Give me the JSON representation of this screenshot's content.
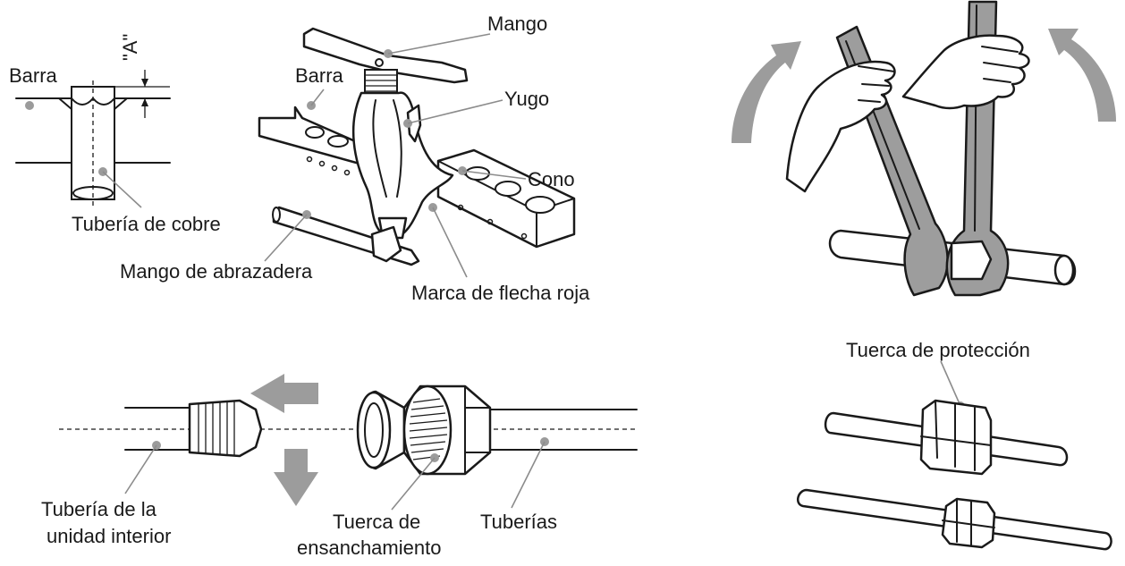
{
  "labels": {
    "barra_left": "Barra",
    "dimension_a": "\"A\"",
    "tuberia_cobre": "Tubería de cobre",
    "mango": "Mango",
    "barra_tool": "Barra",
    "yugo": "Yugo",
    "cono": "Cono",
    "mango_abrazadera": "Mango de abrazadera",
    "marca_flecha": "Marca de flecha roja",
    "tuberia_unidad_line1": "Tubería de la",
    "tuberia_unidad_line2": "unidad interior",
    "tuerca_ensanch_line1": "Tuerca de",
    "tuerca_ensanch_line2": "ensanchamiento",
    "tuberias": "Tuberías",
    "tuerca_proteccion": "Tuerca de protección"
  },
  "colors": {
    "line": "#1a1a1a",
    "leader": "#8c8c8c",
    "arrow": "#9c9c9c",
    "wrench": "#9d9d9d",
    "background": "#ffffff"
  }
}
